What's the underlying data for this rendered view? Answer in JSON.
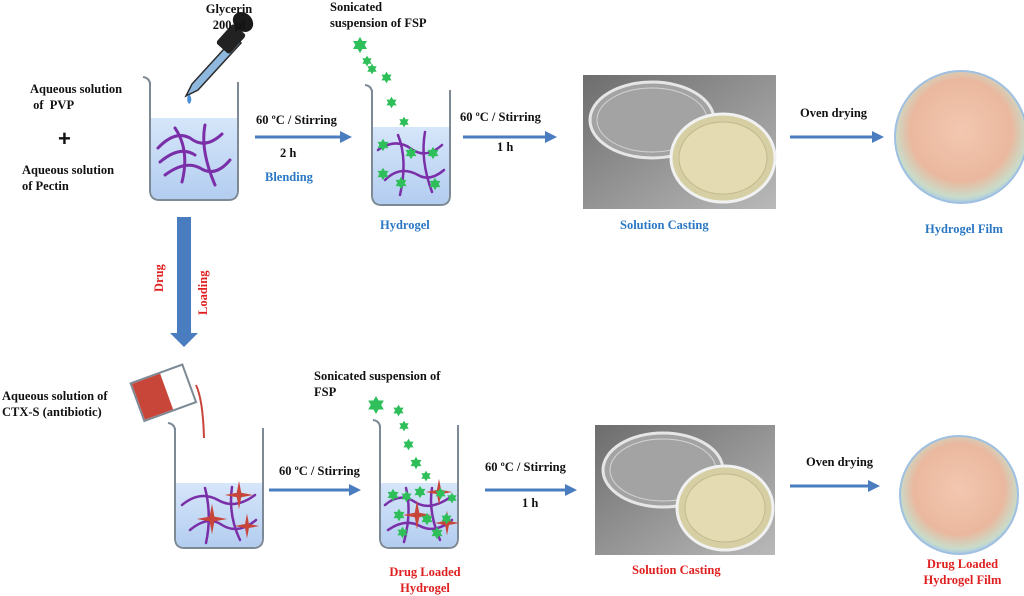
{
  "top": {
    "glycerin": "Glycerin\n200 µl",
    "sonicated": "Sonicated\nsuspension of FSP",
    "pvp": "Aqueous solution\n of  PVP",
    "plus": "+",
    "pectin": "Aqueous solution\nof Pectin",
    "step1_cond": "60 ºC / Stirring",
    "step1_time": "2 h",
    "blending": "Blending",
    "step2_cond": "60 ºC / Stirring",
    "step2_time": "1 h",
    "oven": "Oven drying",
    "hydrogel": "Hydrogel",
    "solution_casting": "Solution Casting",
    "hydrogel_film": "Hydrogel Film"
  },
  "middle": {
    "drug": "Drug",
    "loading": "Loading"
  },
  "bottom": {
    "ctx": "Aqueous solution of\nCTX-S (antibiotic)",
    "sonicated": "Sonicated suspension of\nFSP",
    "step1_cond": "60 ºC / Stirring",
    "step2_cond": "60 ºC / Stirring",
    "step2_time": "1 h",
    "oven": "Oven drying",
    "drug_hydrogel": "Drug Loaded\nHydrogel",
    "solution_casting": "Solution Casting",
    "drug_film": "Drug Loaded\nHydrogel Film"
  },
  "colors": {
    "arrow": "#4a7cc0",
    "liquid": "#c9dcf5",
    "fiber": "#7a2fa8",
    "fsp": "#2fbf5a",
    "drug": "#c8453a",
    "film": "#f2c2a6"
  }
}
